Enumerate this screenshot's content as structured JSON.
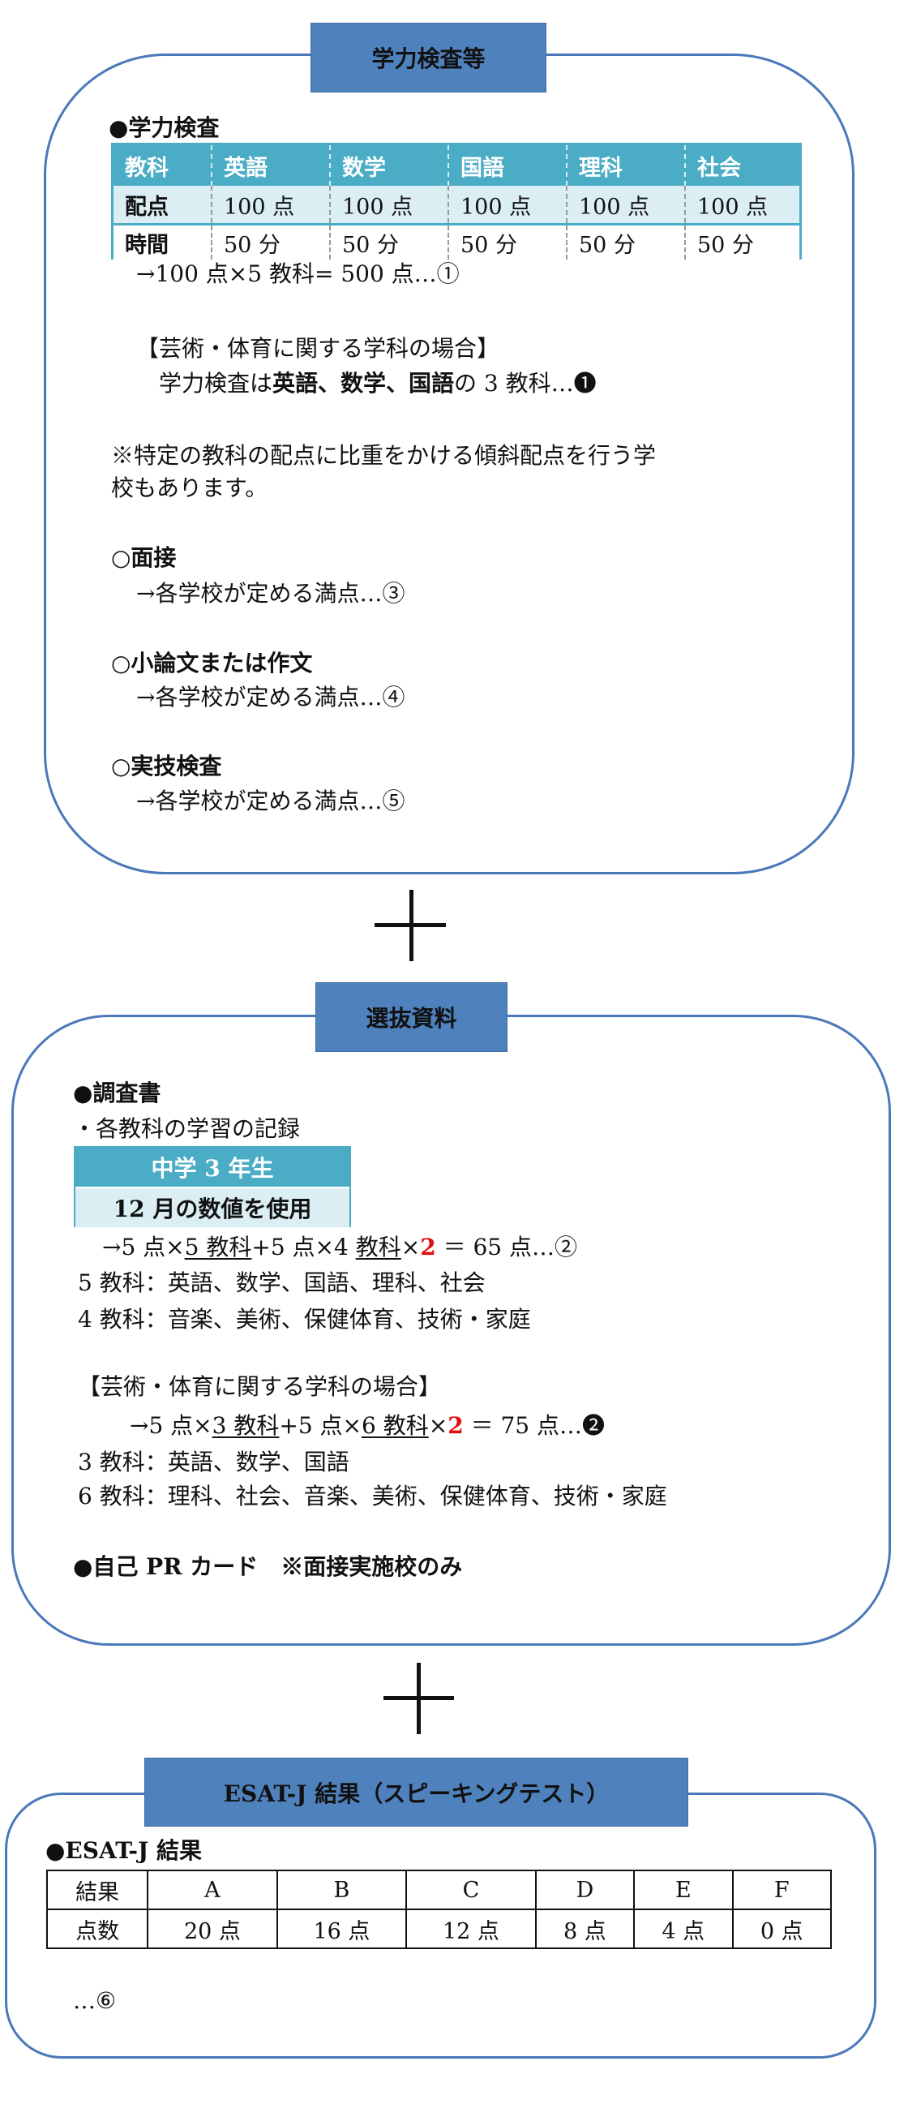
{
  "section1": {
    "title": "学力検査等",
    "heading": "●学力検査",
    "table": {
      "header": [
        "教科",
        "英語",
        "数学",
        "国語",
        "理科",
        "社会"
      ],
      "rows": [
        [
          "配点",
          "100 点",
          "100 点",
          "100 点",
          "100 点",
          "100 点"
        ],
        [
          "時間",
          "50 分",
          "50 分",
          "50 分",
          "50 分",
          "50 分"
        ]
      ]
    },
    "formula": "→100 点×5 教科= 500 点…①",
    "arts_heading": "【芸術・体育に関する学科の場合】",
    "arts_line": {
      "prefix": "学力検査は",
      "bold": "英語、数学、国語",
      "suffix": "の 3 教科…",
      "marker": "❶"
    },
    "note_line1": "※特定の教科の配点に比重をかける傾斜配点を行う学",
    "note_line2": "校もあります。",
    "items": [
      {
        "label": "○面接",
        "detail": "→各学校が定める満点…③"
      },
      {
        "label": "○小論文または作文",
        "detail": "→各学校が定める満点…④"
      },
      {
        "label": "○実技検査",
        "detail": "→各学校が定める満点…⑤"
      }
    ]
  },
  "plus_sign": "+",
  "section2": {
    "title": "選抜資料",
    "heading": "●調査書",
    "sub": "・各教科の学習の記録",
    "grade_box": {
      "head": "中学 3 年生",
      "sub": "12 月の数値を使用"
    },
    "formula": {
      "p1": "→5 点×",
      "u1": "5 教科",
      "p2": "+5 点×4 ",
      "u2": "教科",
      "p3": "×",
      "mult": "2",
      "p4": " ＝  65 点…②"
    },
    "list1": [
      "5 教科：英語、数学、国語、理科、社会",
      "4 教科：音楽、美術、保健体育、技術・家庭"
    ],
    "arts_heading": "【芸術・体育に関する学科の場合】",
    "arts_formula": {
      "p1": "→5 点×",
      "u1": "3 教科",
      "p2": "+5 点×",
      "u2": "6 教科",
      "p3": "×",
      "mult": "2",
      "p4": " ＝  75 点…",
      "marker": "❷"
    },
    "list2": [
      "3 教科：英語、数学、国語",
      "6 教科：理科、社会、音楽、美術、保健体育、技術・家庭"
    ],
    "pr_card": "●自己 PR カード　※面接実施校のみ"
  },
  "section3": {
    "title": "ESAT-J 結果（スピーキングテスト）",
    "heading": "●ESAT-J 結果",
    "table": {
      "header": [
        "結果",
        "A",
        "B",
        "C",
        "D",
        "E",
        "F"
      ],
      "row": [
        "点数",
        "20 点",
        "16 点",
        "12 点",
        "8 点",
        "4 点",
        "0 点"
      ]
    },
    "footer": "…⑥"
  },
  "colors": {
    "frame": "#4a78b8",
    "title_bg": "#4f81bd",
    "table_header": "#4bacc6",
    "table_light": "#daeef3",
    "accent_red": "#e01010"
  }
}
